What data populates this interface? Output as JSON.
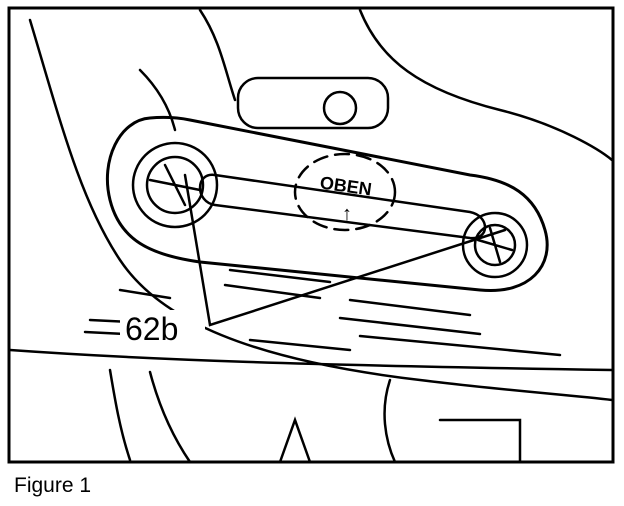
{
  "figure": {
    "caption": "Figure 1",
    "callout_label": "62b",
    "part_marking": "OBEN",
    "part_marking_arrow": "↑"
  }
}
